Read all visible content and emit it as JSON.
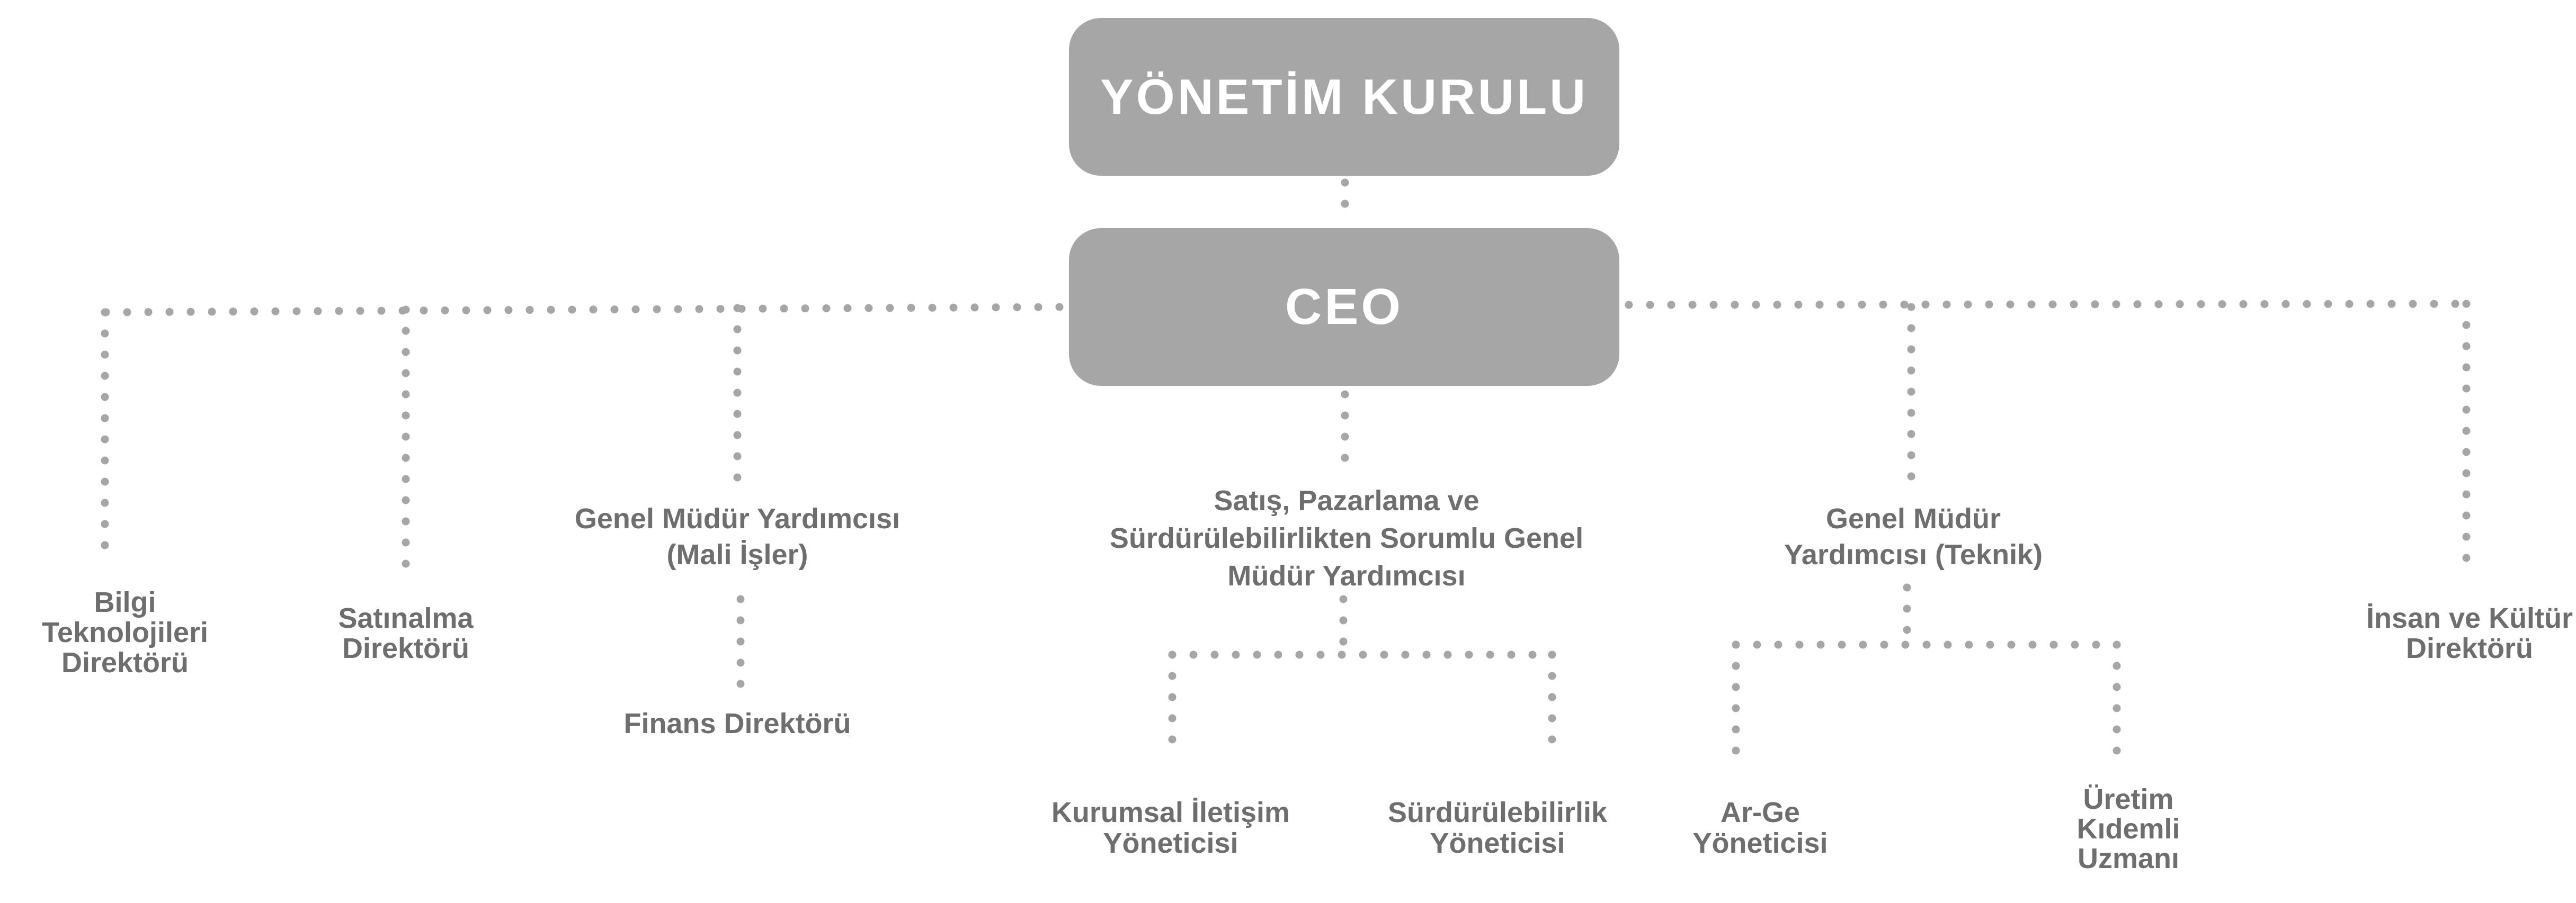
{
  "board": {
    "label": "YÖNETİM KURULU"
  },
  "ceo": {
    "label": "CEO"
  },
  "colors": {
    "box": "#a6a6a6",
    "text": "#6e6e6e",
    "connector": "#a6a6a6"
  },
  "nodes": {
    "bilgi": [
      "Bilgi",
      "Teknolojileri",
      "Direktörü"
    ],
    "satinalma": [
      "Satınalma",
      "Direktörü"
    ],
    "gmy_mali": [
      "Genel Müdür Yardımcısı",
      "(Mali İşler)"
    ],
    "finans": [
      "Finans Direktörü"
    ],
    "satis": [
      "Satış, Pazarlama ve",
      "Sürdürülebilirlikten Sorumlu Genel",
      "Müdür Yardımcısı"
    ],
    "kurumsal": [
      "Kurumsal İletişim",
      "Yöneticisi"
    ],
    "surdurulebilirlik": [
      "Sürdürülebilirlik",
      "Yöneticisi"
    ],
    "gmy_teknik": [
      "Genel Müdür",
      "Yardımcısı (Teknik)"
    ],
    "arge": [
      "Ar-Ge",
      "Yöneticisi"
    ],
    "uretim": [
      "Üretim",
      "Kıdemli",
      "Uzmanı"
    ],
    "insan": [
      "İnsan ve Kültür",
      "Direktörü"
    ]
  }
}
